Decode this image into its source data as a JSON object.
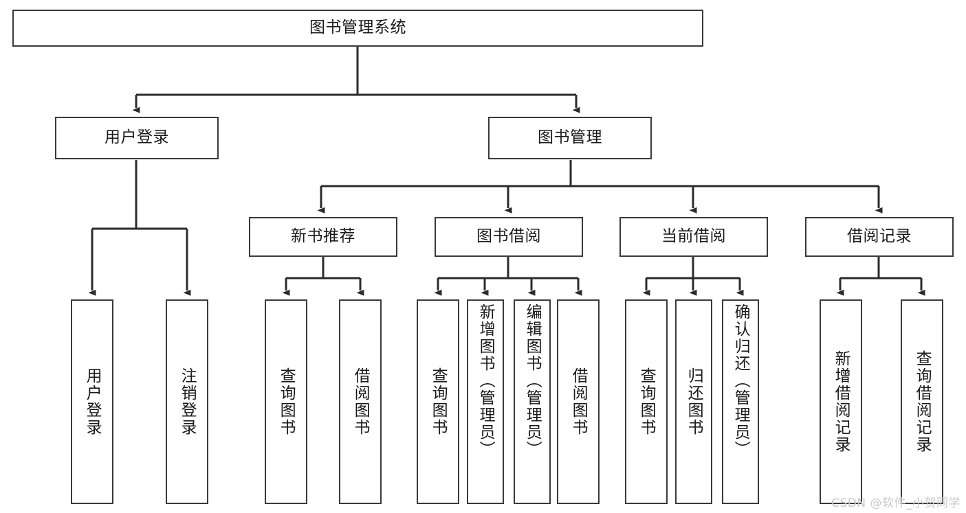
{
  "diagram": {
    "title": "图书管理系统",
    "type": "tree-hierarchy-chart",
    "watermark": "CSDN @软件_小贺同学",
    "colors": {
      "box_stroke": "#3a3a3a",
      "box_fill": "#ffffff",
      "edge": "#2b2b2b",
      "text": "#1a1a1a",
      "watermark": "#c9c9c9",
      "background": "#ffffff"
    },
    "root": {
      "label": "图书管理系统"
    },
    "level2": [
      {
        "label": "用户登录"
      },
      {
        "label": "图书管理"
      }
    ],
    "level3": [
      {
        "label": "新书推荐"
      },
      {
        "label": "图书借阅"
      },
      {
        "label": "当前借阅"
      },
      {
        "label": "借阅记录"
      }
    ],
    "leaves": {
      "user_login": [
        {
          "label": "用户登录"
        },
        {
          "label": "注销登录"
        }
      ],
      "new_book_recommend": [
        {
          "label": "查询图书"
        },
        {
          "label": "借阅图书"
        }
      ],
      "book_borrow": [
        {
          "label": "查询图书"
        },
        {
          "label": "新增图书（管理员）"
        },
        {
          "label": "编辑图书（管理员）"
        },
        {
          "label": "借阅图书"
        }
      ],
      "current_borrow": [
        {
          "label": "查询图书"
        },
        {
          "label": "归还图书"
        },
        {
          "label": "确认归还（管理员）"
        }
      ],
      "borrow_record": [
        {
          "label": "新增借阅记录"
        },
        {
          "label": "查询借阅记录"
        }
      ]
    }
  }
}
